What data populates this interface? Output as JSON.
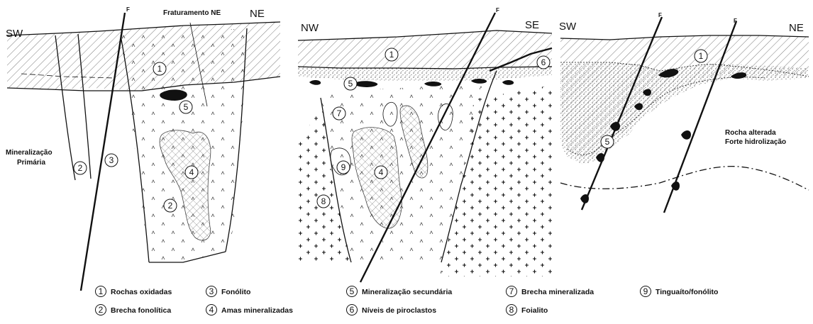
{
  "panel1": {
    "dir_left": "SW",
    "dir_right": "NE",
    "fault_label": "F",
    "note_fracture": "Fraturamento NE",
    "note_mineral_1": "Mineralização",
    "note_mineral_2": "Primária"
  },
  "panel2": {
    "dir_left": "NW",
    "dir_right": "SE",
    "fault_label": "F"
  },
  "panel3": {
    "dir_left": "SW",
    "dir_right": "NE",
    "fault_label_1": "F",
    "fault_label_2": "F",
    "note_1": "Rocha alterada",
    "note_2": "Forte hidrolização"
  },
  "units": [
    {
      "num": "1",
      "label": "Rochas oxidadas"
    },
    {
      "num": "2",
      "label": "Brecha fonolítica"
    },
    {
      "num": "3",
      "label": "Fonólito"
    },
    {
      "num": "4",
      "label": "Amas mineralizadas"
    },
    {
      "num": "5",
      "label": "Mineralização secundária"
    },
    {
      "num": "6",
      "label": "Níveis de piroclastos"
    },
    {
      "num": "7",
      "label": "Brecha mineralizada"
    },
    {
      "num": "8",
      "label": "Foialito"
    },
    {
      "num": "9",
      "label": "Tinguaíto/fonólito"
    }
  ]
}
